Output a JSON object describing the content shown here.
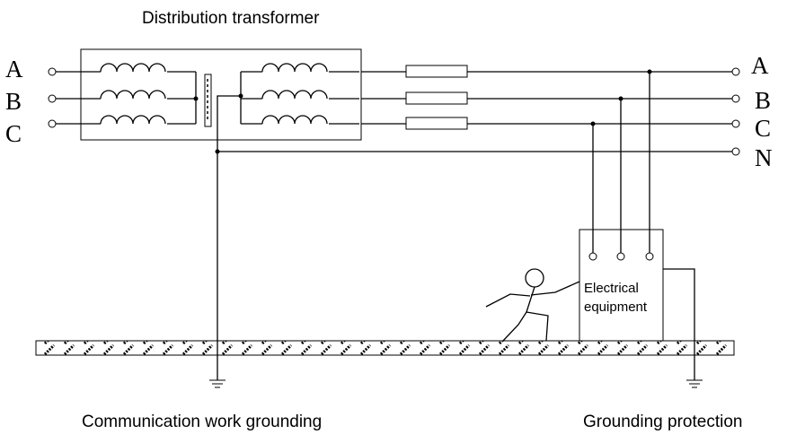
{
  "title": "Distribution transformer",
  "phases_left": [
    "A",
    "B",
    "C"
  ],
  "phases_right": [
    "A",
    "B",
    "C",
    "N"
  ],
  "equipment_label_line1": "Electrical",
  "equipment_label_line2": "equipment",
  "label_work_grounding": "Communication work grounding",
  "label_protection": "Grounding protection"
}
